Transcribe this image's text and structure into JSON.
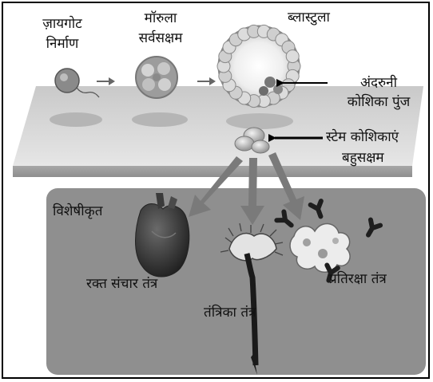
{
  "labels": {
    "zygote_line1": "ज़ायगोट",
    "zygote_line2": "निर्माण",
    "morula_line1": "मॉरुला",
    "morula_line2": "सर्वसक्षम",
    "blastula": "ब्लास्टुला",
    "inner_mass_line1": "अंदरुनी",
    "inner_mass_line2": "कोशिका पुंज",
    "stem_line1": "स्टेम कोशिकाएं",
    "stem_line2": "बहुसक्षम",
    "specialized": "विशेषीकृत",
    "circulatory": "रक्त संचार तंत्र",
    "nervous": "तंत्रिका तंत्र",
    "immune": "प्रतिरक्षा तंत्र"
  }
}
